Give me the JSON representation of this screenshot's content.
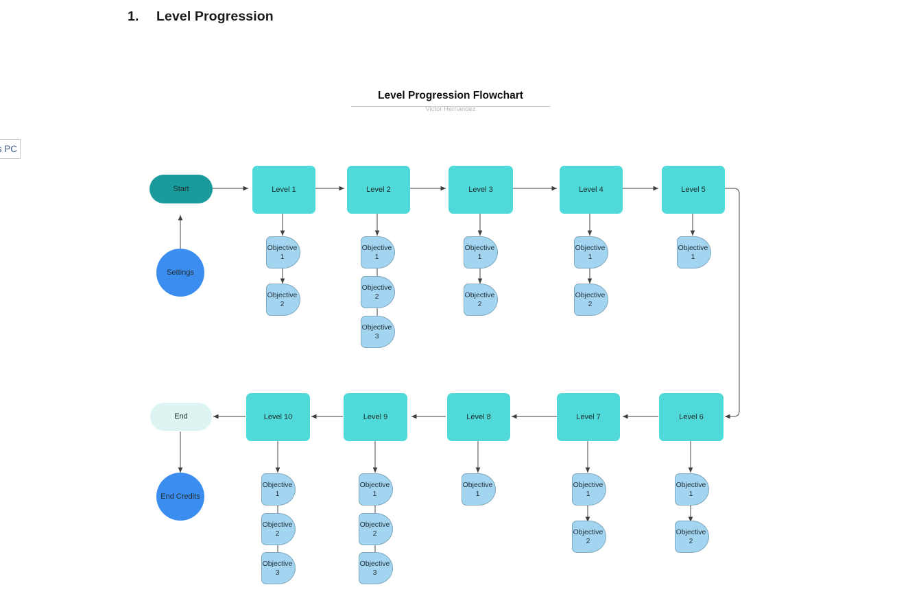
{
  "document": {
    "list_number": "1.",
    "heading": "Level Progression"
  },
  "desktop_chip": {
    "label": "s PC"
  },
  "chart": {
    "title": "Level Progression Flowchart",
    "subtitle": "Victor Hernandez",
    "colors": {
      "start": "#199b9b",
      "level": "#4fd9d9",
      "end": "#dcf5f2",
      "circle": "#3b8ef0",
      "objective": "#a3d4f0",
      "objective_border": "#7fa7bd",
      "edge": "#5f6368",
      "rule": "#c9c9cf"
    },
    "nodes": {
      "start": "Start",
      "settings": "Settings",
      "end": "End",
      "end_credits": "End Credits"
    },
    "levels": [
      {
        "label": "Level 1",
        "objectives": [
          "Objective 1",
          "Objective 2"
        ]
      },
      {
        "label": "Level 2",
        "objectives": [
          "Objective 1",
          "Objective 2",
          "Objective 3"
        ]
      },
      {
        "label": "Level 3",
        "objectives": [
          "Objective 1",
          "Objective 2"
        ]
      },
      {
        "label": "Level 4",
        "objectives": [
          "Objective 1",
          "Objective 2"
        ]
      },
      {
        "label": "Level 5",
        "objectives": [
          "Objective 1"
        ]
      },
      {
        "label": "Level 6",
        "objectives": [
          "Objective 1",
          "Objective 2"
        ]
      },
      {
        "label": "Level 7",
        "objectives": [
          "Objective 1",
          "Objective 2"
        ]
      },
      {
        "label": "Level 8",
        "objectives": [
          "Objective 1"
        ]
      },
      {
        "label": "Level 9",
        "objectives": [
          "Objective 1",
          "Objective 2",
          "Objective 3"
        ]
      },
      {
        "label": "Level 10",
        "objectives": [
          "Objective 1",
          "Objective 2",
          "Objective 3"
        ]
      }
    ],
    "objective_lines": {
      "o1": {
        "name": "Objective",
        "num": "1"
      },
      "o2": {
        "name": "Objective",
        "num": "2"
      },
      "o3": {
        "name": "Objective",
        "num": "3"
      }
    }
  }
}
